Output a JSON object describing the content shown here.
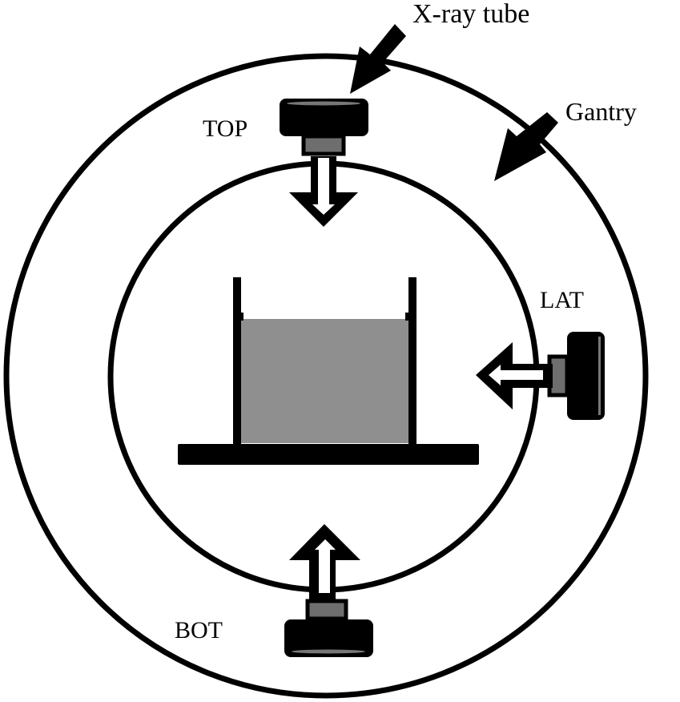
{
  "labels": {
    "xray_tube": "X-ray tube",
    "gantry": "Gantry",
    "top": "TOP",
    "lat": "LAT",
    "bot": "BOT"
  },
  "colors": {
    "stroke": "#000000",
    "background": "#ffffff",
    "phantom_fill": "#8f8f8f",
    "collimator_fill": "#6e6e6e"
  },
  "icons": {
    "tube_top": "x-ray-tube-icon",
    "tube_lat": "x-ray-tube-icon",
    "tube_bot": "x-ray-tube-icon",
    "beam_down": "hollow-arrow-down-icon",
    "beam_left": "hollow-arrow-left-icon",
    "beam_up": "hollow-arrow-up-icon",
    "pointer_xray": "pointer-arrow-icon",
    "pointer_gantry": "pointer-arrow-icon"
  }
}
